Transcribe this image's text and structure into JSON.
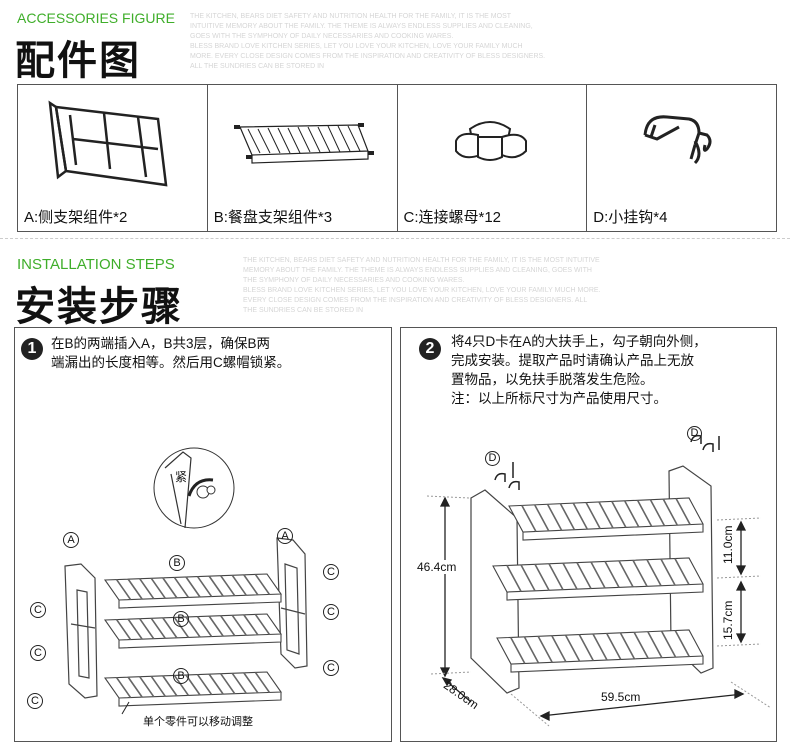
{
  "accessories": {
    "en_title": "ACCESSORIES FIGURE",
    "cn_title": "配件图",
    "blurb": [
      "THE KITCHEN, BEARS DIET SAFETY AND NUTRITION HEALTH FOR THE FAMILY, IT IS THE MOST",
      "INTUITIVE MEMORY ABOUT THE FAMILY. THE THEME IS ALWAYS ENDLESS SUPPLIES AND CLEANING,",
      "GOES WITH THE SYMPHONY OF DAILY NECESSARIES AND COOKING WARES.",
      "BLESS BRAND LOVE KITCHEN SERIES, LET YOU LOVE YOUR KITCHEN, LOVE YOUR FAMILY MUCH",
      "MORE. EVERY CLOSE DESIGN COMES FROM THE INSPIRATION AND CREATIVITY OF BLESS DESIGNERS.",
      "ALL THE SUNDRIES CAN BE STORED IN"
    ],
    "parts": [
      {
        "label": "A:侧支架组件*2",
        "icon": "side-frame"
      },
      {
        "label": "B:餐盘支架组件*3",
        "icon": "shelf-tray"
      },
      {
        "label": "C:连接螺母*12",
        "icon": "nut"
      },
      {
        "label": "D:小挂钩*4",
        "icon": "hook"
      }
    ]
  },
  "installation": {
    "en_title": "INSTALLATION STEPS",
    "cn_title": "安装步骤",
    "blurb": [
      "THE KITCHEN, BEARS DIET SAFETY AND NUTRITION HEALTH FOR THE FAMILY, IT IS THE MOST INTUITIVE",
      "MEMORY ABOUT THE FAMILY. THE THEME IS ALWAYS ENDLESS SUPPLIES AND CLEANING, GOES WITH",
      "THE SYMPHONY OF DAILY NECESSARIES AND COOKING WARES.",
      "BLESS BRAND LOVE KITCHEN SERIES, LET YOU LOVE YOUR KITCHEN, LOVE YOUR FAMILY MUCH MORE.",
      "EVERY CLOSE DESIGN COMES FROM THE INSPIRATION AND CREATIVITY OF BLESS DESIGNERS. ALL",
      "THE SUNDRIES CAN BE STORED IN"
    ],
    "step1": {
      "number": "1",
      "lines": [
        "在B的两端插入A，B共3层，确保B两",
        "端漏出的长度相等。然后用C螺帽锁紧。"
      ],
      "tighten_label": "紧",
      "label_a": "A",
      "label_b": "B",
      "label_c": "C",
      "note": "单个零件可以移动调整"
    },
    "step2": {
      "number": "2",
      "lines": [
        "将4只D卡在A的大扶手上，勾子朝向外侧，",
        "完成安装。提取产品时请确认产品上无放",
        "置物品，以免扶手脱落发生危险。",
        "注：以上所标尺寸为产品使用尺寸。"
      ],
      "label_d": "D",
      "height": "46.4cm",
      "gap_top": "11.0cm",
      "gap_bottom": "15.7cm",
      "depth": "28.0cm",
      "width": "59.5cm"
    }
  }
}
